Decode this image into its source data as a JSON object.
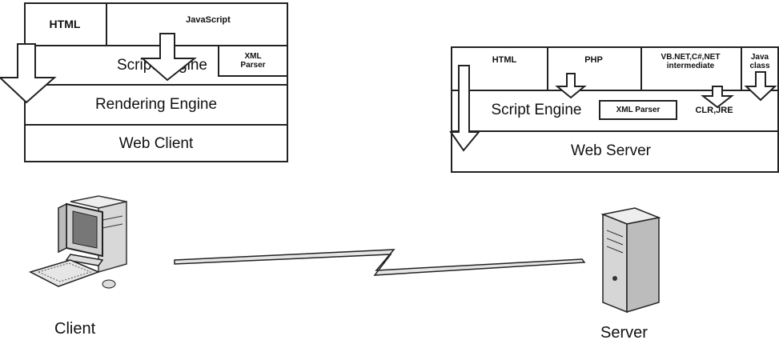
{
  "client_stack": {
    "html": "HTML",
    "javascript": "JavaScript",
    "xml_parser": "XML\nParser",
    "script_engine": "Script Engine",
    "rendering_engine": "Rendering Engine",
    "web_client": "Web Client"
  },
  "server_stack": {
    "html": "HTML",
    "php": "PHP",
    "dotnet": "VB.NET,C#,NET\nintermediate",
    "java": "Java\nclass",
    "script_engine": "Script Engine",
    "xml_parser": "XML Parser",
    "clr_jre": "CLR,JRE",
    "web_server": "Web Server"
  },
  "captions": {
    "client": "Client",
    "server": "Server"
  }
}
